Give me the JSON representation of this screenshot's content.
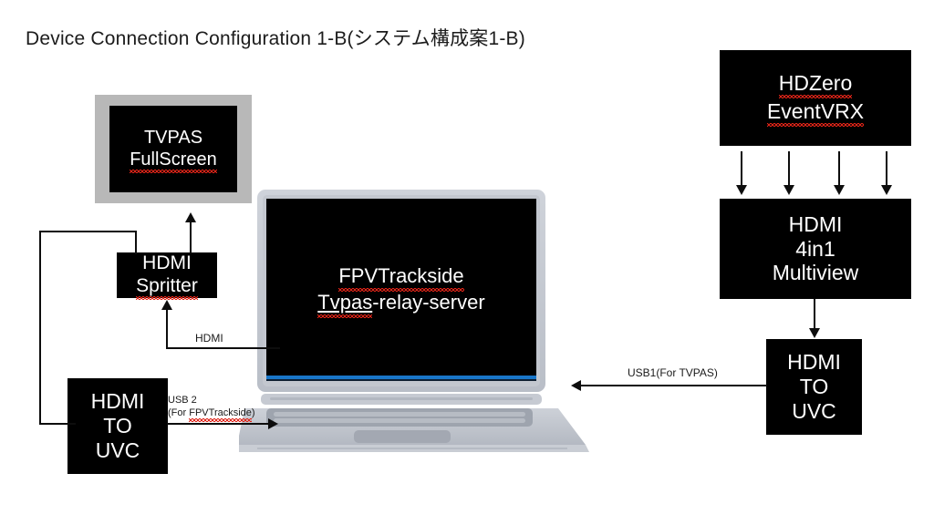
{
  "page": {
    "title": "Device Connection Configuration 1-B(システム構成案1-B)",
    "background_color": "#ffffff",
    "box_color": "#000000",
    "box_text_color": "#ffffff",
    "monitor_frame_color": "#b8b8b8",
    "line_color": "#0d0d0d",
    "spellcheck_underline_color": "#e02418"
  },
  "devices": {
    "tvpas_monitor": {
      "name": "TVPAS FullScreen",
      "line1": "TVPAS",
      "line2": "FullScreen"
    },
    "hdmi_splitter": {
      "name": "HDMI Spritter",
      "line1": "HDMI",
      "line2": "Spritter"
    },
    "hdmi_to_uvc_left": {
      "name": "HDMI TO UVC",
      "line1": "HDMI",
      "line2": "TO",
      "line3": "UVC"
    },
    "laptop": {
      "name": "FPVTrackside Tvpas-relay-server",
      "screen_line1": "FPVTrackside",
      "screen_line2": "Tvpas-relay-server"
    },
    "hdzero_eventvrx": {
      "name": "HDZero EventVRX",
      "line1": "HDZero",
      "line2": "EventVRX"
    },
    "hdmi_multiview": {
      "name": "HDMI 4in1 Multiview",
      "line1": "HDMI",
      "line2": "4in1",
      "line3": "Multiview"
    },
    "hdmi_to_uvc_right": {
      "name": "HDMI TO UVC",
      "line1": "HDMI",
      "line2": "TO",
      "line3": "UVC"
    }
  },
  "connections": {
    "hdmi_label": "HDMI",
    "usb2_label_line1": "USB 2",
    "usb2_label_line2": "(For FPVTrackside)",
    "usb1_label": "USB1(For TVPAS)"
  }
}
